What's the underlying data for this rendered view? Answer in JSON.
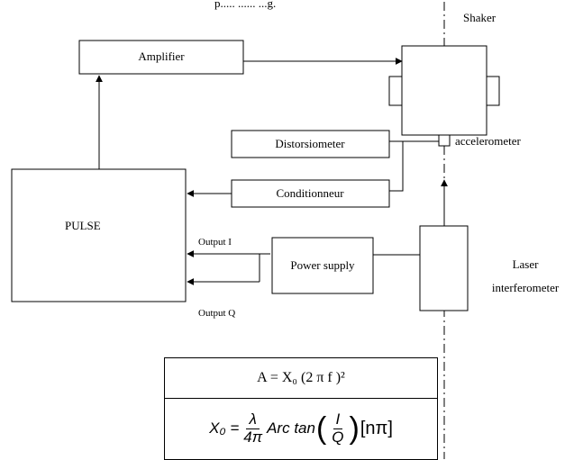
{
  "header": {
    "caption_fragment": "p..... ...... ...g."
  },
  "blocks": {
    "amplifier": "Amplifier",
    "shaker": "Shaker",
    "accelerometer": "accelerometer",
    "distorsiometer": "Distorsiometer",
    "conditionneur": "Conditionneur",
    "pulse": "PULSE",
    "output_i": "Output I",
    "output_q": "Output Q",
    "power_supply": "Power supply",
    "laser_line1": "Laser",
    "laser_line2": "interferometer"
  },
  "formula": {
    "line1": "A = X₀ (2 π f )²",
    "line2": {
      "lhs": "X₀ =",
      "frac1_num": "λ",
      "frac1_den": "4π",
      "func": "Arc tan",
      "frac2_num": "I",
      "frac2_den": "Q",
      "bracket": "[nπ]"
    }
  },
  "colors": {
    "line": "#000000",
    "background": "#ffffff"
  }
}
